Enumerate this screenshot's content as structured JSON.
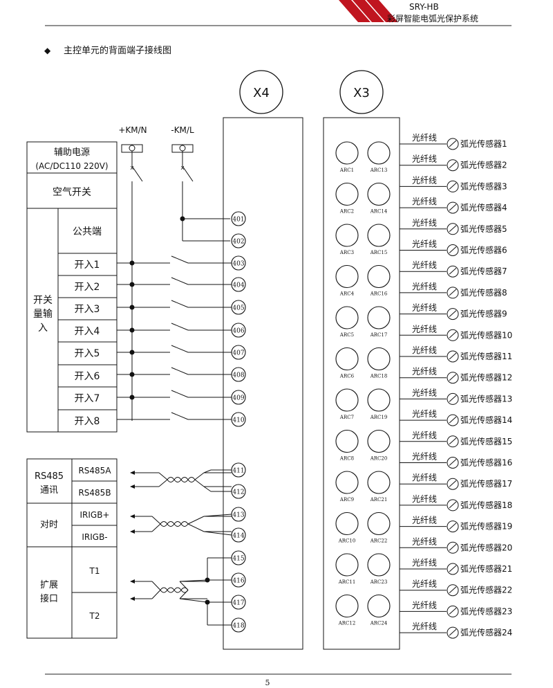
{
  "header": {
    "model": "SRY-HB",
    "subtitle": "彩屏智能电弧光保护系统",
    "accent_color": "#b0131d"
  },
  "section": {
    "bullet": "◆",
    "title": "主控单元的背面端子接线图"
  },
  "x4": {
    "label": "X4",
    "terminals": [
      "401",
      "402",
      "403",
      "404",
      "405",
      "406",
      "407",
      "408",
      "409",
      "410",
      "411",
      "412",
      "413",
      "414",
      "415",
      "416",
      "417",
      "418"
    ]
  },
  "x3": {
    "label": "X3",
    "ports_left": [
      "ARC1",
      "ARC2",
      "ARC3",
      "ARC4",
      "ARC5",
      "ARC6",
      "ARC7",
      "ARC8",
      "ARC9",
      "ARC10",
      "ARC11",
      "ARC12"
    ],
    "ports_right": [
      "ARC13",
      "ARC14",
      "ARC15",
      "ARC16",
      "ARC17",
      "ARC18",
      "ARC19",
      "ARC20",
      "ARC21",
      "ARC22",
      "ARC23",
      "ARC24"
    ]
  },
  "power": {
    "plus_label": "+KM/N",
    "minus_label": "-KM/L",
    "aux_power_line1": "辅助电源",
    "aux_power_line2": "(AC/DC110  220V)",
    "air_switch": "空气开关"
  },
  "binary_input": {
    "group_label": [
      "开关",
      "量输",
      "入"
    ],
    "common": "公共端",
    "inputs": [
      "开入1",
      "开入2",
      "开入3",
      "开入4",
      "开入5",
      "开入6",
      "开入7",
      "开入8"
    ]
  },
  "comm": {
    "rs485_group": [
      "RS485",
      "通讯"
    ],
    "rs485a": "RS485A",
    "rs485b": "RS485B",
    "timing_group": "对时",
    "irigb_plus": "IRIGB+",
    "irigb_minus": "IRIGB-",
    "ext_group": [
      "扩展",
      "接口"
    ],
    "t1": "T1",
    "t2": "T2"
  },
  "sensors": {
    "fiber_label": "光纤线",
    "names": [
      "弧光传感器1",
      "弧光传感器2",
      "弧光传感器3",
      "弧光传感器4",
      "弧光传感器5",
      "弧光传感器6",
      "弧光传感器7",
      "弧光传感器8",
      "弧光传感器9",
      "弧光传感器10",
      "弧光传感器11",
      "弧光传感器12",
      "弧光传感器13",
      "弧光传感器14",
      "弧光传感器15",
      "弧光传感器16",
      "弧光传感器17",
      "弧光传感器18",
      "弧光传感器19",
      "弧光传感器20",
      "弧光传感器21",
      "弧光传感器22",
      "弧光传感器23",
      "弧光传感器24"
    ]
  },
  "footer": {
    "page_number": "5"
  }
}
